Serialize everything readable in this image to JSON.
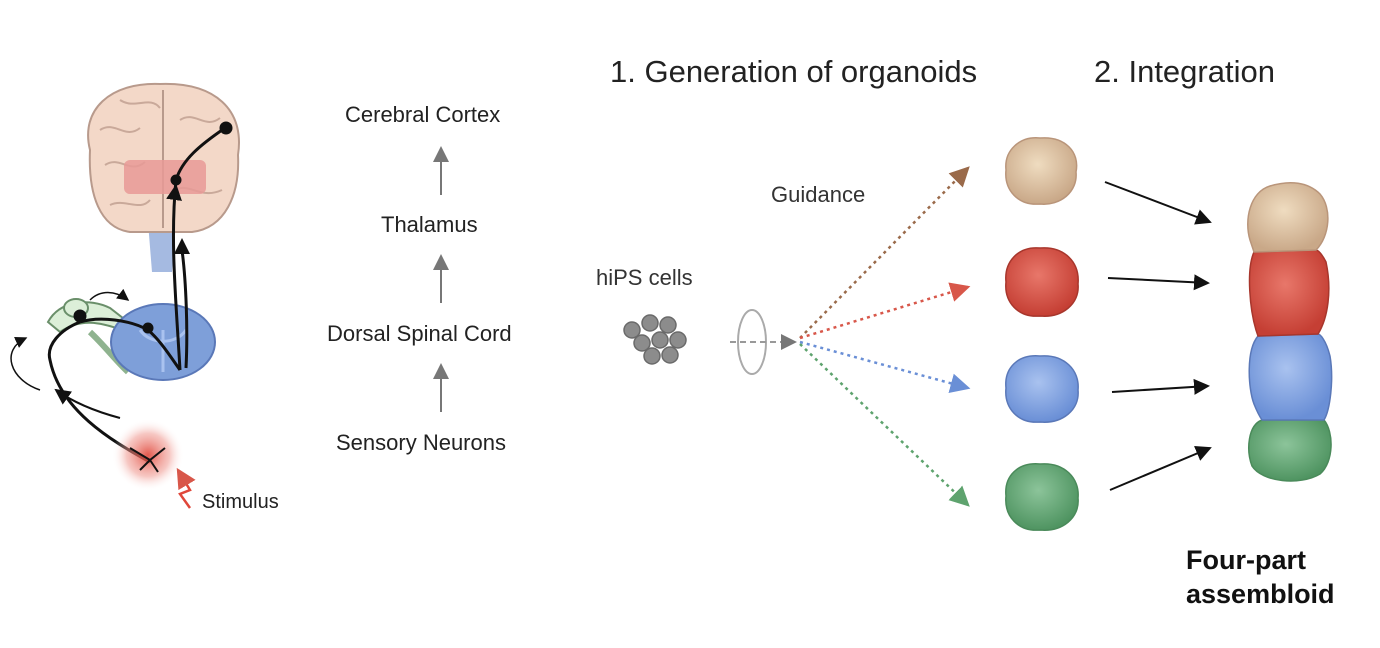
{
  "titles": {
    "step1": "1. Generation of organoids",
    "step2": "2. Integration"
  },
  "hierarchy": {
    "levels": [
      "Cerebral Cortex",
      "Thalamus",
      "Dorsal Spinal Cord",
      "Sensory Neurons"
    ]
  },
  "labels": {
    "stimulus": "Stimulus",
    "hips": "hiPS cells",
    "guidance": "Guidance",
    "assembloid_line1": "Four-part",
    "assembloid_line2": "assembloid"
  },
  "colors": {
    "cortex": "#e2c8a0",
    "thalamus": "#d8574a",
    "spinal": "#7e9fd9",
    "sensory": "#6aaa78",
    "brain": "#f3d8c8",
    "stimulus": "#e0473a"
  }
}
